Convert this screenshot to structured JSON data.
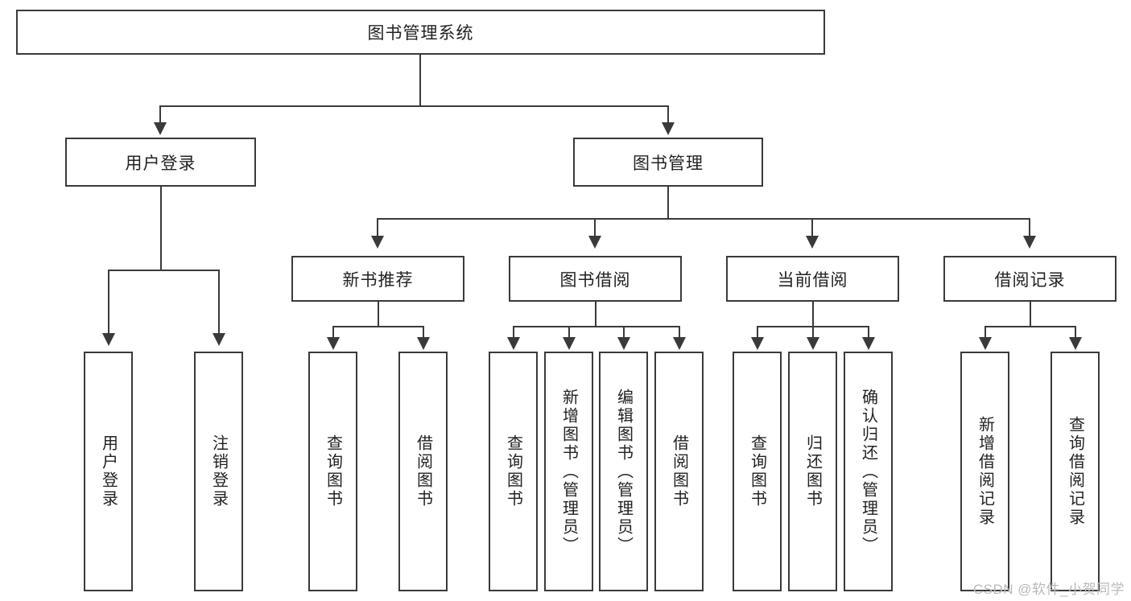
{
  "diagram": {
    "type": "tree",
    "title_node": {
      "label": "图书管理系统"
    },
    "level2": [
      {
        "id": "user-login",
        "label": "用户登录"
      },
      {
        "id": "book-manage",
        "label": "图书管理"
      }
    ],
    "level3": [
      {
        "id": "new-book-recommend",
        "label": "新书推荐"
      },
      {
        "id": "book-borrow",
        "label": "图书借阅"
      },
      {
        "id": "current-borrow",
        "label": "当前借阅"
      },
      {
        "id": "borrow-record",
        "label": "借阅记录"
      }
    ],
    "leaves": {
      "user_login": [
        {
          "id": "leaf-user-login",
          "label": "用户登录"
        },
        {
          "id": "leaf-user-logout",
          "label": "注销登录"
        }
      ],
      "new_book_recommend": [
        {
          "id": "leaf-query-book-1",
          "label": "查询图书"
        },
        {
          "id": "leaf-borrow-book-1",
          "label": "借阅图书"
        }
      ],
      "book_borrow": [
        {
          "id": "leaf-query-book-2",
          "label": "查询图书"
        },
        {
          "id": "leaf-add-book",
          "label": "新增图书（管理员）"
        },
        {
          "id": "leaf-edit-book",
          "label": "编辑图书（管理员）"
        },
        {
          "id": "leaf-borrow-book-2",
          "label": "借阅图书"
        }
      ],
      "current_borrow": [
        {
          "id": "leaf-query-book-3",
          "label": "查询图书"
        },
        {
          "id": "leaf-return-book",
          "label": "归还图书"
        },
        {
          "id": "leaf-confirm-return",
          "label": "确认归还（管理员）"
        }
      ],
      "borrow_record": [
        {
          "id": "leaf-add-record",
          "label": "新增借阅记录"
        },
        {
          "id": "leaf-query-record",
          "label": "查询借阅记录"
        }
      ]
    }
  },
  "watermark": {
    "text": "CSDN @软件_小贺同学"
  },
  "colors": {
    "stroke": "#3a3a3a",
    "fill": "#ffffff",
    "text": "#222222",
    "watermark": "#b9b9b9"
  }
}
